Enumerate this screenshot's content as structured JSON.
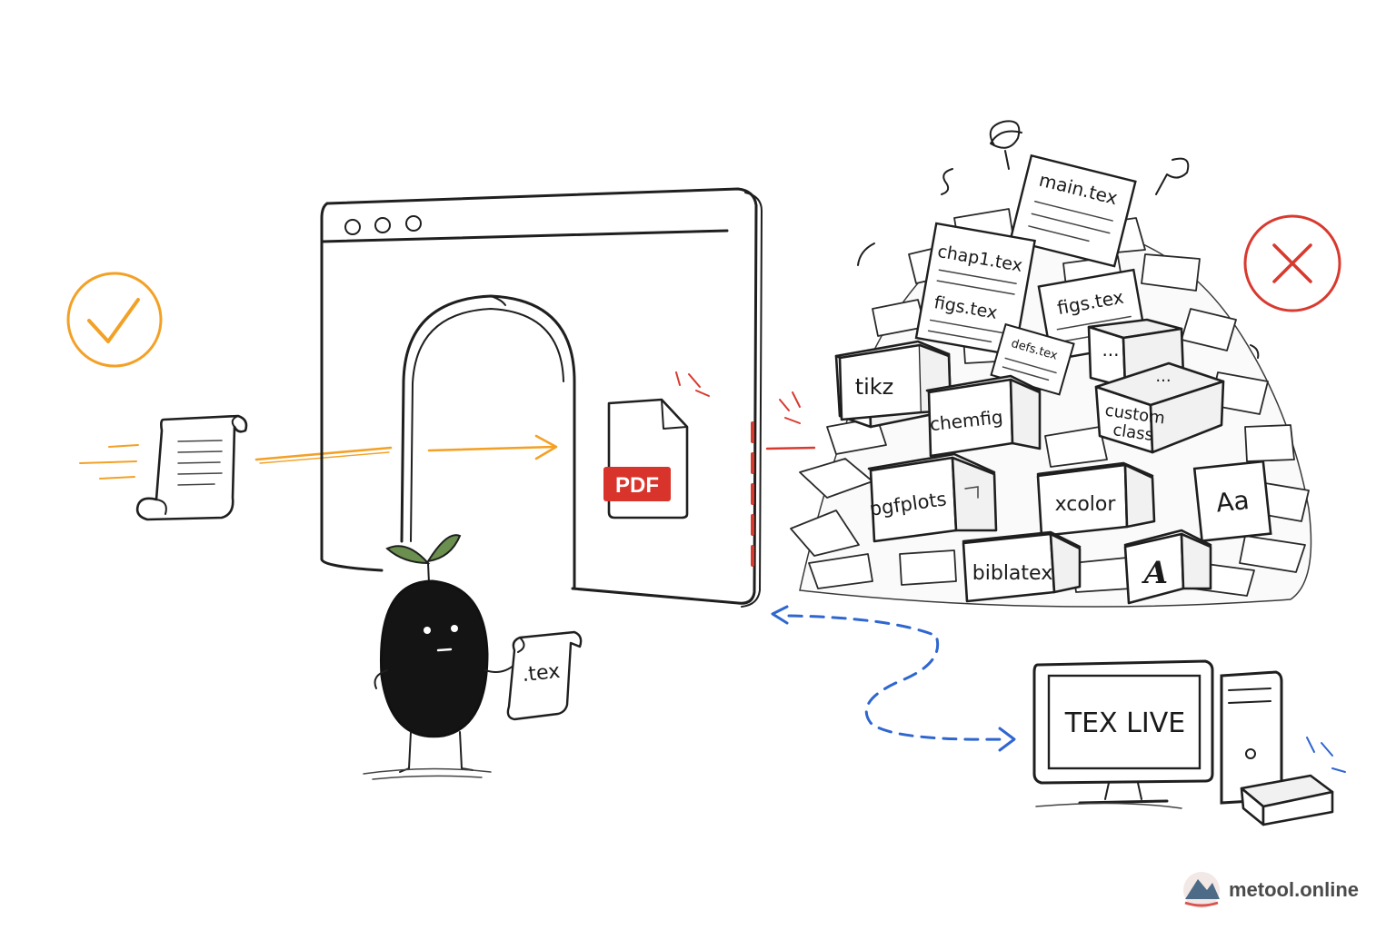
{
  "files": {
    "main": "main.tex",
    "chap1": "chap1.tex",
    "figs_left": "figs.tex",
    "figs_right": "figs.tex",
    "defs": "defs.tex"
  },
  "packages": {
    "tikz": "tikz",
    "chemfig": "chemfig",
    "custom_class_line1": "custom",
    "custom_class_line2": "class",
    "pgfplots": "pgfplots",
    "xcolor": "xcolor",
    "biblatex": "biblatex",
    "font_sample": "Aa",
    "blackletter": "A",
    "dots_a": "...",
    "dots_b": "..."
  },
  "pdf_label": "PDF",
  "scroll_label": ".tex",
  "texlive_label": "TEX LIVE",
  "brand": "metool.online",
  "colors": {
    "accent_orange": "#f3a126",
    "reject_red": "#d83a2f",
    "pdf_red": "#d9342b",
    "link_blue": "#2f66d0",
    "ink": "#1f1f1f"
  },
  "icons": {
    "success": "check-circle-icon",
    "failure": "x-circle-icon",
    "logo": "mountain-logo-icon"
  }
}
